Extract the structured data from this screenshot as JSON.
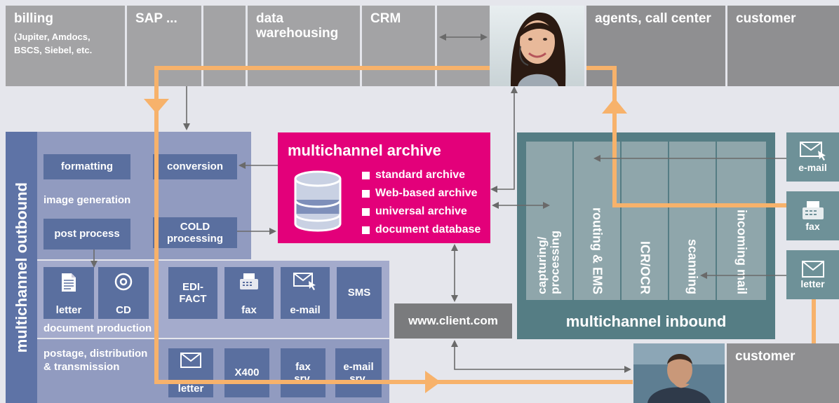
{
  "top": {
    "billing": {
      "title": "billing",
      "sub1": "(Jupiter, Amdocs,",
      "sub2": "BSCS, Siebel, etc."
    },
    "sap": "SAP ...",
    "dw1": "data",
    "dw2": "warehousing",
    "crm": "CRM",
    "agents": "agents, call center",
    "customer": "customer"
  },
  "outbound": {
    "title": "multichannel outbound",
    "formatting": "formatting",
    "image_generation": "image generation",
    "post_process": "post process",
    "conversion": "conversion",
    "cold1": "COLD",
    "cold2": "processing",
    "letter": "letter",
    "cd": "CD",
    "document_production": "document production",
    "edi1": "EDI-",
    "edi2": "FACT",
    "fax": "fax",
    "email": "e-mail",
    "sms": "SMS",
    "postage1": "postage, distribution",
    "postage2": "& transmission",
    "letter2": "letter",
    "x400": "X400",
    "faxsrv1": "fax",
    "faxsrv2": "srv.",
    "emailsrv1": "e-mail",
    "emailsrv2": "srv."
  },
  "archive": {
    "title": "multichannel archive",
    "items": [
      "standard archive",
      "Web-based archive",
      "universal archive",
      "document database"
    ]
  },
  "client": "www.client.com",
  "inbound": {
    "title": "multichannel inbound",
    "col1a": "capturing/",
    "col1b": "processing",
    "col2": "routing & EMS",
    "col3": "ICR/OCR",
    "col4": "scanning",
    "col5": "incoming mail"
  },
  "right_channels": {
    "email": "e-mail",
    "fax": "fax",
    "letter": "letter"
  },
  "bottom_customer": "customer",
  "colors": {
    "archive": "#e3007a",
    "inbound": "#557d84",
    "outbound": "#919bc0",
    "flow": "#f7b26b",
    "button": "#5a6f9f"
  },
  "icons": [
    "envelope-icon",
    "fax-icon",
    "document-icon",
    "cd-icon",
    "envelope-cursor-icon",
    "database-icon"
  ]
}
